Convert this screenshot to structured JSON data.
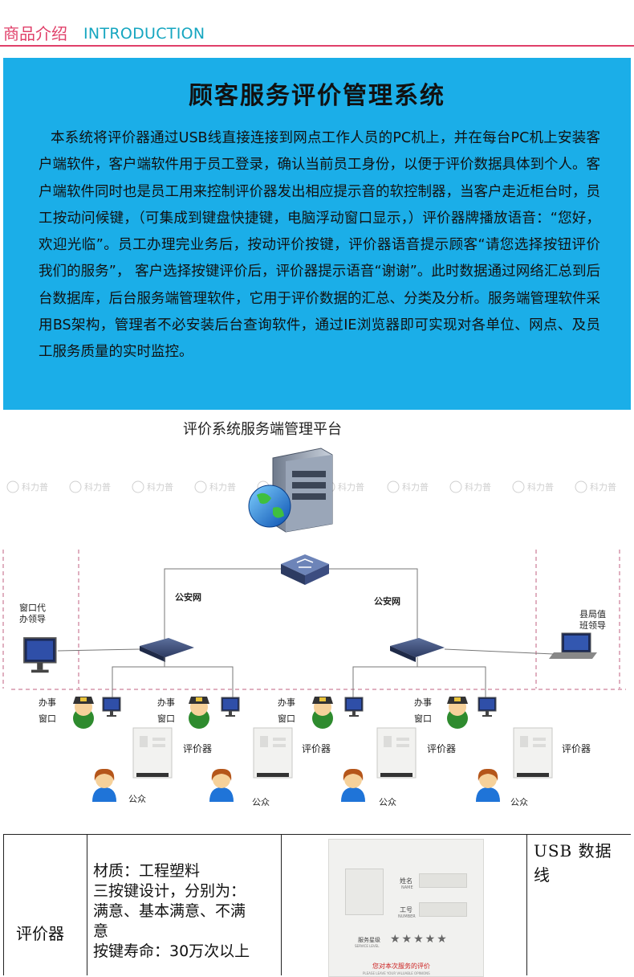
{
  "header": {
    "title_cn": "商品介绍",
    "title_en": "INTRODUCTION"
  },
  "intro": {
    "heading": "顾客服务评价管理系统",
    "body": "本系统将评价器通过USB线直接连接到网点工作人员的PC机上，并在每台PC机上安装客户端软件，客户端软件用于员工登录，确认当前员工身份，以便于评价数据具体到个人。客户端软件同时也是员工用来控制评价器发出相应提示音的软控制器，当客户走近柜台时，员工按动问候键，（可集成到键盘快捷键，电脑浮动窗口显示，）评价器牌播放语音：“您好，欢迎光临”。员工办理完业务后，按动评价按键，评价器语音提示顾客“请您选择按钮评价我们的服务”， 客户选择按键评价后，评价器提示语音“谢谢”。此时数据通过网络汇总到后台数据库，后台服务端管理软件，它用于评价数据的汇总、分类及分析。服务端管理软件采用BS架构，管理者不必安装后台查询软件，通过IE浏览器即可实现对各单位、网点、及员工服务质量的实时监控。"
  },
  "diagram": {
    "title": "评价系统服务端管理平台",
    "network_left": "公安网",
    "network_right": "公安网",
    "left_terminal": [
      "窗口代",
      "办领导"
    ],
    "right_terminal": [
      "县局值",
      "班领导"
    ],
    "window_label": [
      "办事",
      "窗口"
    ],
    "evaluator_label": "评价器",
    "public_label": "公众",
    "watermark": "科力普"
  },
  "spec_table": {
    "product_name": "评价器",
    "description_lines": [
      "材质：工程塑料",
      "三按键设计，分别为：",
      "满意、基本满意、不满",
      "意",
      "按键寿命：30万次以上"
    ],
    "accessory": "USB 数据线",
    "device_panel": {
      "name_label": "姓名",
      "name_sub": "NAME",
      "id_label": "工号",
      "id_sub": "NUMBER",
      "rating_label": "服务星级",
      "rating_sub": "SERVICE LEVEL",
      "stars": 5,
      "prompt": "您对本次服务的评价",
      "prompt_en": "PLEASE LEAVE YOUR VALUABLE OPINIONS"
    }
  },
  "colors": {
    "accent_pink": "#e0406a",
    "accent_teal": "#16a6c0",
    "intro_bg": "#1baee8"
  }
}
